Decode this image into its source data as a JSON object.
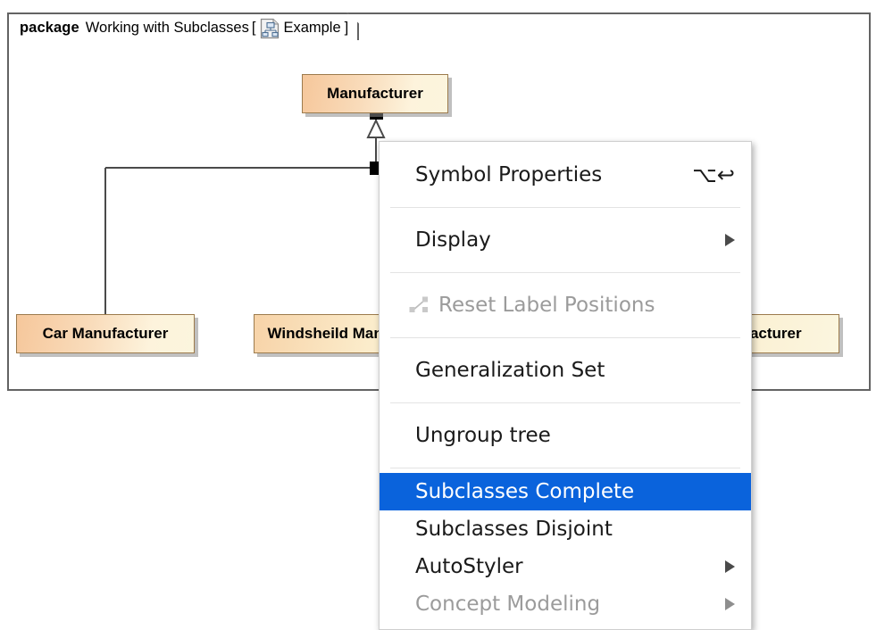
{
  "diagram": {
    "package": {
      "keyword": "package",
      "name": "Working with Subclasses",
      "bracket_open": "[",
      "bracket_close": "]",
      "diagram_name": "Example",
      "diagram_icon": "class-diagram-icon"
    },
    "classes": [
      {
        "name": "Manufacturer",
        "role": "superclass"
      },
      {
        "name": "Car Manufacturer",
        "role": "subclass"
      },
      {
        "name": "Windsheild Manufacturer",
        "role": "subclass"
      },
      {
        "name": "Steering Wheel Manufacturer",
        "role": "subclass"
      }
    ],
    "relationship": {
      "type": "generalization-tree",
      "arrowhead": "hollow-triangle"
    },
    "colors": {
      "class_fill_start": "#f6c79b",
      "class_fill_end": "#fbf5dd",
      "class_border": "#9c7b4d",
      "frame_border": "#636363",
      "canvas": "#ffffff"
    }
  },
  "context_menu": {
    "items": [
      {
        "label": "Symbol Properties",
        "shortcut": "⌥↩",
        "state": "normal",
        "submenu": false,
        "icon": null
      },
      {
        "label": "Display",
        "shortcut": "",
        "state": "normal",
        "submenu": true,
        "icon": null
      },
      {
        "label": "Reset Label Positions",
        "shortcut": "",
        "state": "disabled",
        "submenu": false,
        "icon": "reset-label-positions-icon"
      },
      {
        "label": "Generalization Set",
        "shortcut": "",
        "state": "normal",
        "submenu": false,
        "icon": null
      },
      {
        "label": "Ungroup tree",
        "shortcut": "",
        "state": "normal",
        "submenu": false,
        "icon": null
      },
      {
        "label": "Subclasses Complete",
        "shortcut": "",
        "state": "selected",
        "submenu": false,
        "icon": null
      },
      {
        "label": "Subclasses Disjoint",
        "shortcut": "",
        "state": "normal",
        "submenu": false,
        "icon": null
      },
      {
        "label": "AutoStyler",
        "shortcut": "",
        "state": "normal",
        "submenu": true,
        "icon": null
      },
      {
        "label": "Concept Modeling",
        "shortcut": "",
        "state": "disabled",
        "submenu": true,
        "icon": null
      }
    ],
    "highlight_color": "#0a63dc",
    "highlight_text_color": "#ffffff",
    "disabled_text_color": "#9b9b9b"
  }
}
